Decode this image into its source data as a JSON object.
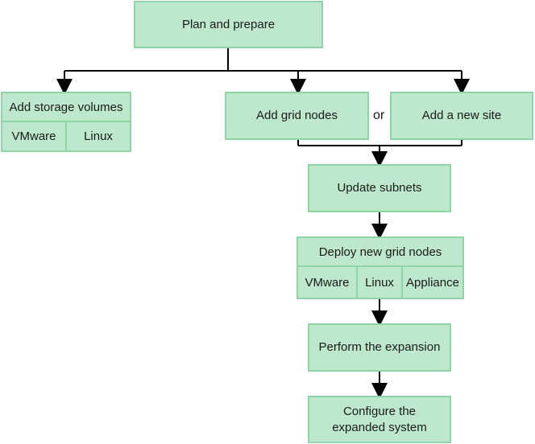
{
  "nodes": {
    "plan": "Plan and prepare",
    "add_storage": "Add storage volumes",
    "add_storage_vmware": "VMware",
    "add_storage_linux": "Linux",
    "add_grid": "Add grid nodes",
    "or_label": "or",
    "add_site": "Add a new site",
    "update_subnets": "Update subnets",
    "deploy": "Deploy new grid nodes",
    "deploy_vmware": "VMware",
    "deploy_linux": "Linux",
    "deploy_appliance": "Appliance",
    "perform": "Perform the expansion",
    "configure_line1": "Configure the",
    "configure_line2": "expanded system"
  },
  "colors": {
    "fill": "#bde8cd",
    "border": "#8fd3a6",
    "edge": "#000000"
  }
}
